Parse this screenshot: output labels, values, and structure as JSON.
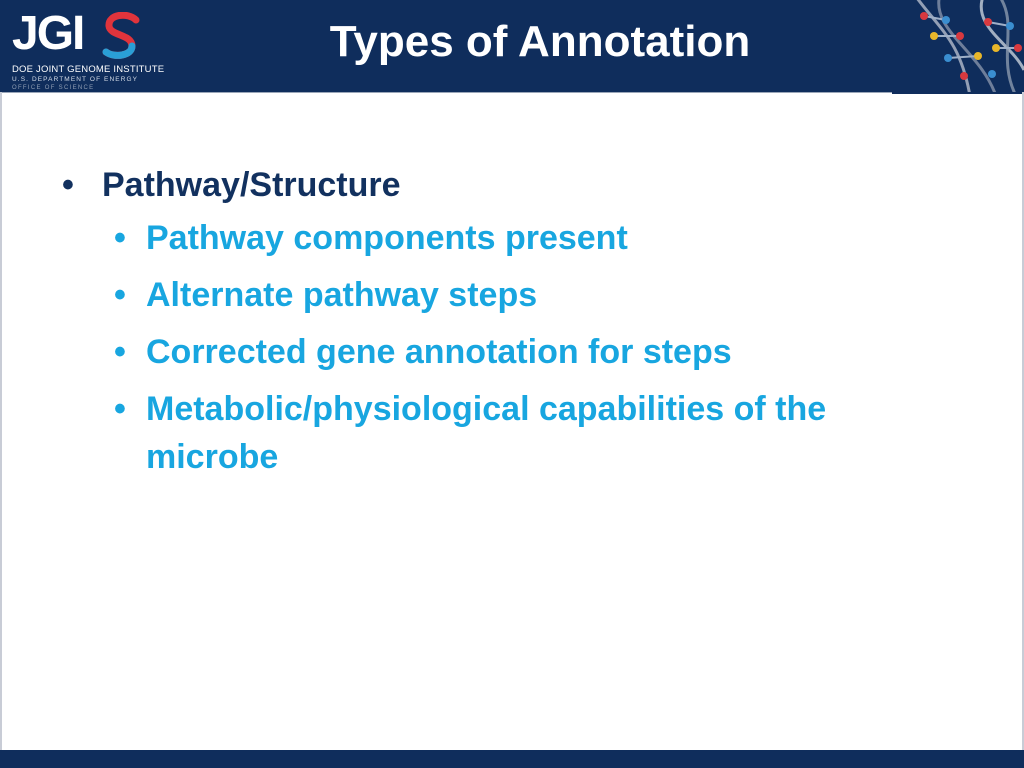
{
  "header": {
    "title": "Types of Annotation",
    "logo": {
      "wordmark": "JGI",
      "mark": "S",
      "line1": "DOE JOINT GENOME INSTITUTE",
      "line2": "U.S. DEPARTMENT OF ENERGY",
      "line3": "OFFICE OF SCIENCE"
    },
    "decoration_icon": "dna-helix-icon"
  },
  "content": {
    "bullet_glyph": "•",
    "level1": {
      "text": "Pathway/Structure"
    },
    "level2": [
      {
        "text": "Pathway components present"
      },
      {
        "text": "Alternate pathway steps"
      },
      {
        "text": "Corrected gene annotation for steps"
      },
      {
        "text": "Metabolic/physiological capabilities of the microbe"
      }
    ]
  },
  "colors": {
    "header_bg": "#0f2d5c",
    "level1_text": "#12315f",
    "level2_text": "#18a6e0",
    "logo_accent": "#e0343c"
  }
}
